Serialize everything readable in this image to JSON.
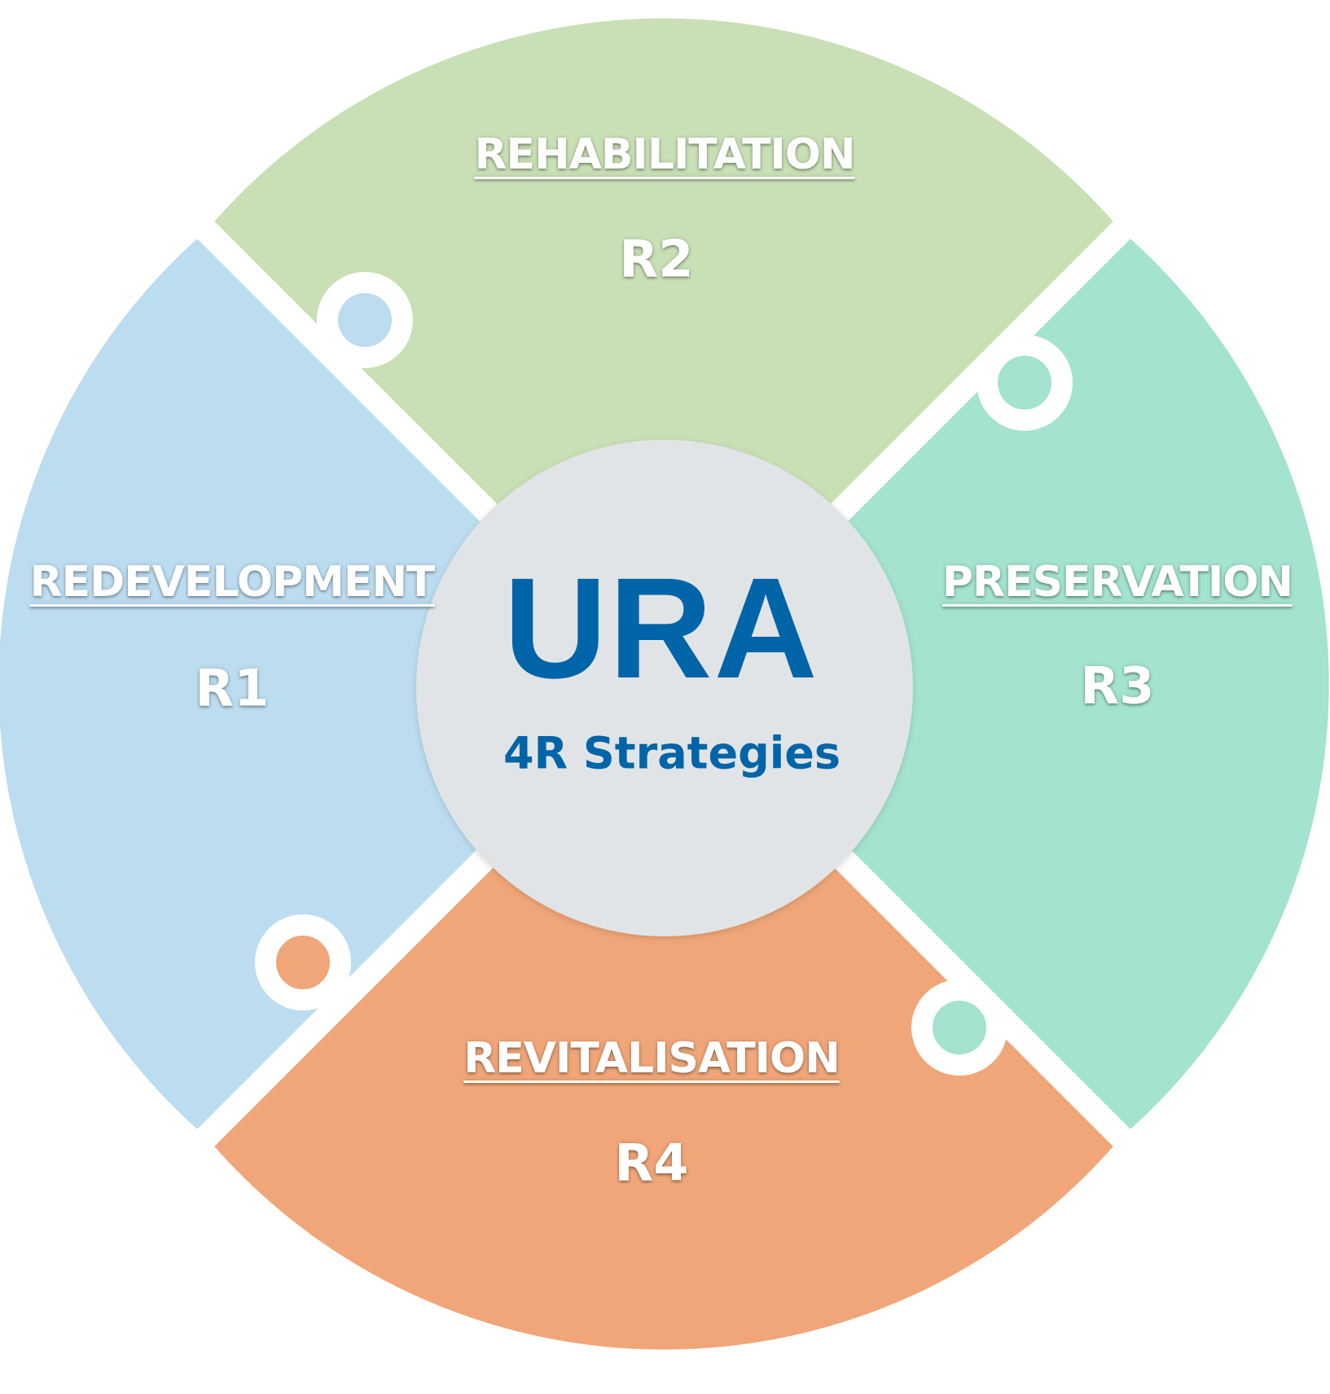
{
  "center": {
    "title": "URA",
    "subtitle": "4R Strategies",
    "color": "#0064a8",
    "circle_color": "#e1e4e6"
  },
  "segments": [
    {
      "id": "redevelopment",
      "title": "REDEVELOPMENT",
      "code": "R1",
      "color": "#bcdcf0"
    },
    {
      "id": "rehabilitation",
      "title": "REHABILITATION",
      "code": "R2",
      "color": "#c9e0b6"
    },
    {
      "id": "preservation",
      "title": "PRESERVATION",
      "code": "R3",
      "color": "#a3e3cf"
    },
    {
      "id": "revitalisation",
      "title": "REVITALISATION",
      "code": "R4",
      "color": "#f0a678"
    }
  ],
  "gap_color": "#ffffff"
}
